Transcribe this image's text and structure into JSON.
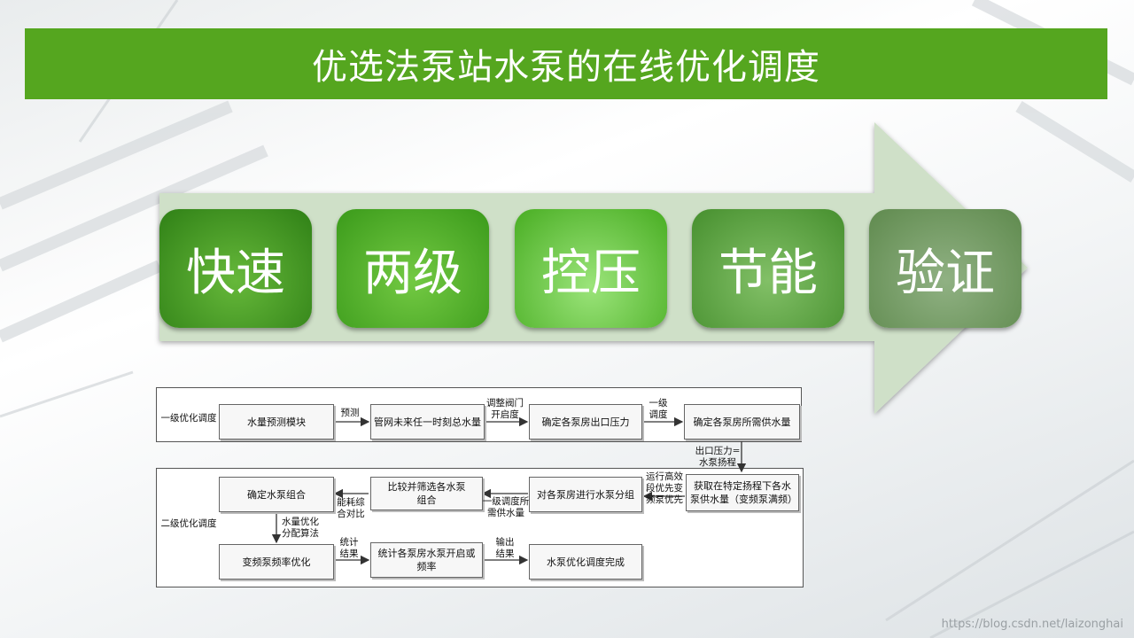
{
  "title": "优选法泵站水泵的在线优化调度",
  "pills": [
    "快速",
    "两级",
    "控压",
    "节能",
    "验证"
  ],
  "flowchart": {
    "level1_label": "一级优化调度",
    "level2_label": "二级优化调度",
    "boxes": {
      "b1": "水量预测模块",
      "b2": "管网未来任一时刻总水量",
      "b3": "确定各泵房出口压力",
      "b4": "确定各泵房所需供水量",
      "b5": "确定水泵组合",
      "b6": "比较并筛选各水泵组合",
      "b7": "对各泵房进行水泵分组",
      "b8": "获取在特定扬程下各水泵供水量（变频泵满频）",
      "b9": "变频泵频率优化",
      "b10": "统计各泵房水泵开启或频率",
      "b11": "水泵优化调度完成"
    },
    "labels": {
      "l1": "预测",
      "l2": "调整阀门开启度",
      "l3": "一级调度",
      "l4": "出口压力=水泵扬程",
      "l5": "运行高效段优先变频泵优先",
      "l6": "一级调度所需供水量",
      "l7": "能耗综合对比",
      "l8": "水量优化分配算法",
      "l9": "统计结果",
      "l10": "输出结果"
    }
  },
  "watermark": "https://blog.csdn.net/laizonghai",
  "colors": {
    "title_bg": "#55a61f",
    "arrow_fill": "#cfe0c8"
  }
}
